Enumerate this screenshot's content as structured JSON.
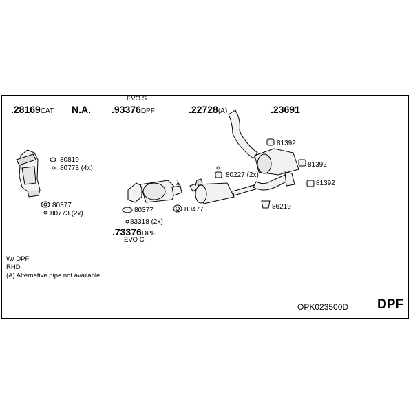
{
  "parts": {
    "p28169": {
      "number": ".28169",
      "suffix": "CAT"
    },
    "na": "N.A.",
    "p93376": {
      "variant": "EVO S",
      "number": ".93376",
      "suffix": "DPF"
    },
    "p22728": {
      "number": ".22728",
      "suffix": "(A)"
    },
    "p23691": {
      "number": ".23691"
    },
    "p73376": {
      "number": ".73376",
      "suffix": "DPF",
      "variant": "EVO C"
    }
  },
  "fittings": {
    "f80819": "80819",
    "f80773_4x": "80773 (4x)",
    "f80377_a": "80377",
    "f80773_2x": "80773 (2x)",
    "f80377_b": "80377",
    "f83318": "83318 (2x)",
    "f80477": "80477",
    "f80227": "80227 (2x)",
    "f86219": "86219",
    "f81392_a": "81392",
    "f81392_b": "81392",
    "f81392_c": "81392",
    "lambda": "λ"
  },
  "notes": [
    "W/ DPF",
    "RHD",
    "(A) Alternative pipe not available"
  ],
  "kit_code": "OPK023500D",
  "kit_type": "DPF"
}
